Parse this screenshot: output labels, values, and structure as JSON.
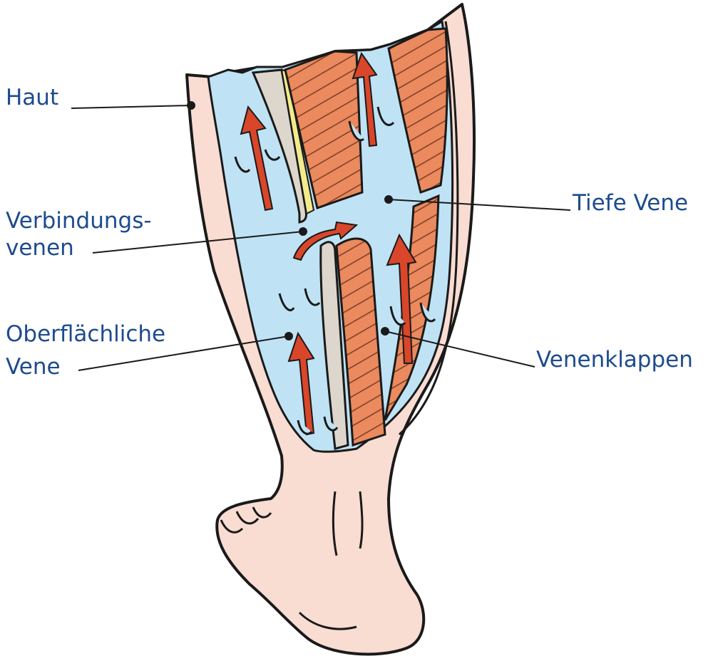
{
  "labels": {
    "haut": "Haut",
    "verbindungsvenen_line1": "Verbindungs-",
    "verbindungsvenen_line2": "venen",
    "oberflaechliche_line1": "Oberflächliche",
    "oberflaechliche_line2": "Vene",
    "tiefe_vene": "Tiefe Vene",
    "venenklappen": "Venenklappen"
  },
  "colors": {
    "label_text": "#1d4b8f",
    "skin": "#f9dcd2",
    "vein_blue": "#bfe3f5",
    "muscle": "#ea8a5e",
    "arrow": "#d9462a",
    "bone": "#ddd6cc",
    "outline": "#1a1a1a"
  },
  "icons": {
    "flow_arrow": "arrow-up-icon",
    "valve": "venous-valve-icon"
  }
}
